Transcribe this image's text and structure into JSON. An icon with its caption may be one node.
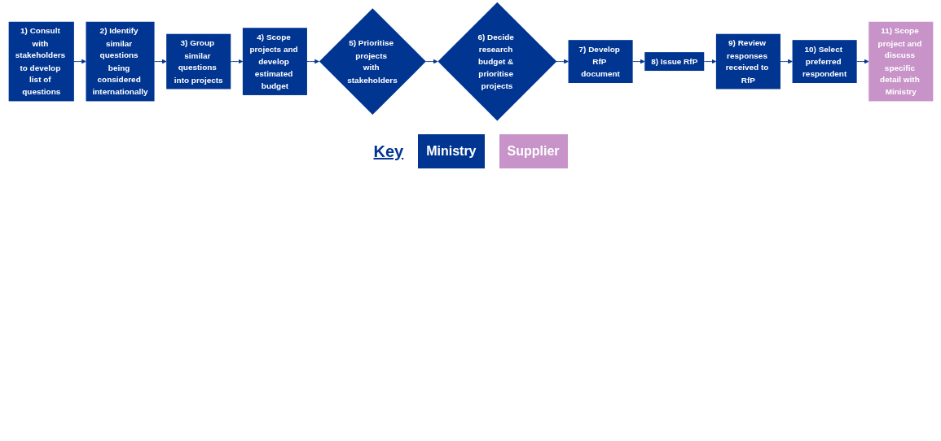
{
  "diagram": {
    "nodes": [
      {
        "text": [
          "1) Consult with stakeholders to develop list of questions"
        ]
      },
      {
        "text": [
          "2) Identify similar questions being considered internationally"
        ]
      },
      {
        "text": [
          "3) Group similar questions into projects"
        ]
      },
      {
        "text": [
          "4) Scope projects and develop estimated budget"
        ]
      },
      {
        "text": [
          "5) Prioritise projects with stakeholders"
        ]
      },
      {
        "text": [
          "6) Decide research budget & prioritise projects"
        ]
      },
      {
        "text": [
          "7) Develop RfP document"
        ]
      },
      {
        "text": [
          "8) Issue RfP"
        ]
      },
      {
        "text": [
          "9) Review responses received to RfP"
        ]
      },
      {
        "text": [
          "10) Select preferred respondent"
        ]
      },
      {
        "text": [
          "11) Scope project and discuss specific detail with Ministry"
        ]
      }
    ],
    "edges": [
      {
        "from": 0,
        "to": 1,
        "arrow": "to"
      },
      {
        "from": 1,
        "to": 2,
        "arrow": "to"
      },
      {
        "from": 2,
        "to": 3,
        "arrow": "to"
      },
      {
        "from": 3,
        "to": 4,
        "arrow": "to"
      },
      {
        "from": 4,
        "to": 5,
        "arrow": "to"
      },
      {
        "from": 5,
        "to": 6,
        "arrow": "to"
      },
      {
        "from": 6,
        "to": 7,
        "arrow": "to"
      },
      {
        "from": 7,
        "to": 8,
        "arrow": "to"
      },
      {
        "from": 8,
        "to": 9,
        "arrow": "to"
      },
      {
        "from": 9,
        "to": 10,
        "arrow": "to"
      }
    ],
    "labels": [
      "Key"
    ],
    "legend": [
      {
        "text": "Ministry",
        "color": "#003591"
      },
      {
        "text": "Supplier",
        "color": "#c893c8"
      }
    ]
  }
}
